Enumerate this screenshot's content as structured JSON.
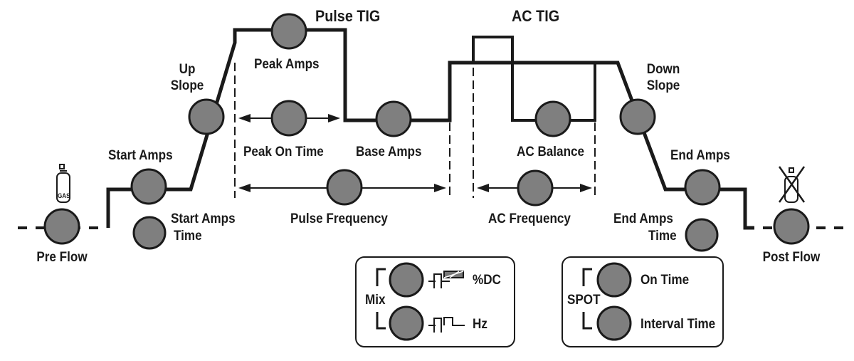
{
  "colors": {
    "line": "#1a1a1a",
    "knob_fill": "#7f7f7f",
    "background": "#ffffff"
  },
  "icons": {
    "gas": "gas-cylinder-icon",
    "no_gas": "gas-off-icon"
  },
  "diagram": {
    "gas_label": "GAS",
    "pre_flow": "Pre  Flow",
    "start_amps": "Start  Amps",
    "start_amps_time_1": "Start  Amps",
    "start_amps_time_2": "Time",
    "up_slope_1": "Up",
    "up_slope_2": "Slope",
    "pulse_tig": "Pulse  TIG",
    "peak_amps": "Peak  Amps",
    "peak_on_time": "Peak  On Time",
    "base_amps": "Base Amps",
    "pulse_frequency": "Pulse Frequency",
    "ac_tig": "AC TIG",
    "ac_balance": "AC Balance",
    "ac_frequency": "AC Frequency",
    "down_slope_1": "Down",
    "down_slope_2": "Slope",
    "end_amps": "End Amps",
    "end_amps_time_1": "End Amps",
    "end_amps_time_2": "Time",
    "post_flow": "Post Flow"
  },
  "mix_panel": {
    "label": "Mix",
    "dc": "%DC",
    "hz": "Hz"
  },
  "spot_panel": {
    "label": "SPOT",
    "on_time": "On Time",
    "interval_time": "Interval Time"
  }
}
